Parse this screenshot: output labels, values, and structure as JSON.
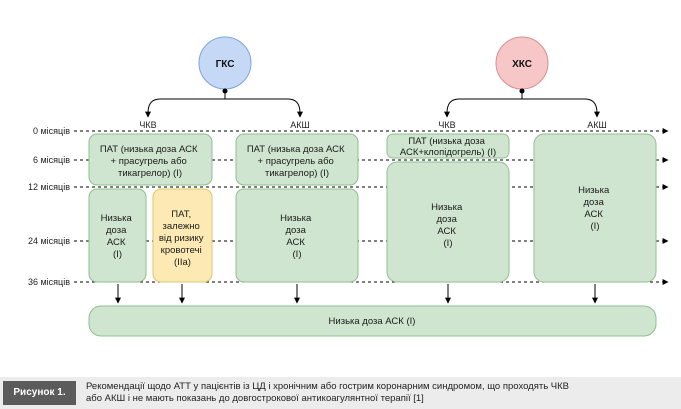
{
  "circles": {
    "left": {
      "label": "ГКС",
      "color": "#c5d9f7"
    },
    "right": {
      "label": "ХКС",
      "color": "#f7c6c6"
    }
  },
  "branches": {
    "pci_left": "ЧКВ",
    "cabg_left": "АКШ",
    "pci_right": "ЧКВ",
    "cabg_right": "АКШ"
  },
  "timeline": [
    "0 місяців",
    "6 місяців",
    "12 місяців",
    "24 місяців",
    "36 місяців"
  ],
  "boxes": {
    "gks_pci_dapt": [
      "ПАТ (низька доза АСК",
      "+ прасугрель або",
      "тикагрелор) (I)"
    ],
    "gks_cabg_dapt": [
      "ПАТ (низька доза АСК",
      "+ прасугрель або",
      "тикагрелор) (I)"
    ],
    "gks_pci_low_asa": [
      "Низька",
      "доза",
      "АСК",
      "(I)"
    ],
    "gks_pci_dapt_bleeding": [
      "ПАТ,",
      "залежно",
      "від ризику",
      "кровотечі",
      "(IIa)"
    ],
    "gks_cabg_low_asa": [
      "Низька",
      "доза",
      "АСК",
      "(I)"
    ],
    "hks_pci_dapt": [
      "ПАТ (низька доза",
      "АСК+клопідогрель) (I)"
    ],
    "hks_pci_low_asa": [
      "Низька",
      "доза",
      "АСК",
      "(I)"
    ],
    "hks_cabg_low_asa": [
      "Низька",
      "доза",
      "АСК",
      "(I)"
    ],
    "bottom_low_asa": "Низька доза АСК (I)"
  },
  "colors": {
    "green_fill": "#cfe5cf",
    "green_stroke": "#8fbf8f",
    "yellow_fill": "#fce9b3",
    "yellow_stroke": "#e0c56f",
    "caption_tag": "#5b5b5b"
  },
  "caption": {
    "tag": "Рисунок 1.",
    "line1": "Рекомендації щодо АТТ у пацієнтів із ЦД і хронічним або гострим коронарним синдромом, що проходять ЧКВ",
    "line2": "або АКШ і не мають показань до довгострокової антикоагулянтної терапії [1]"
  }
}
